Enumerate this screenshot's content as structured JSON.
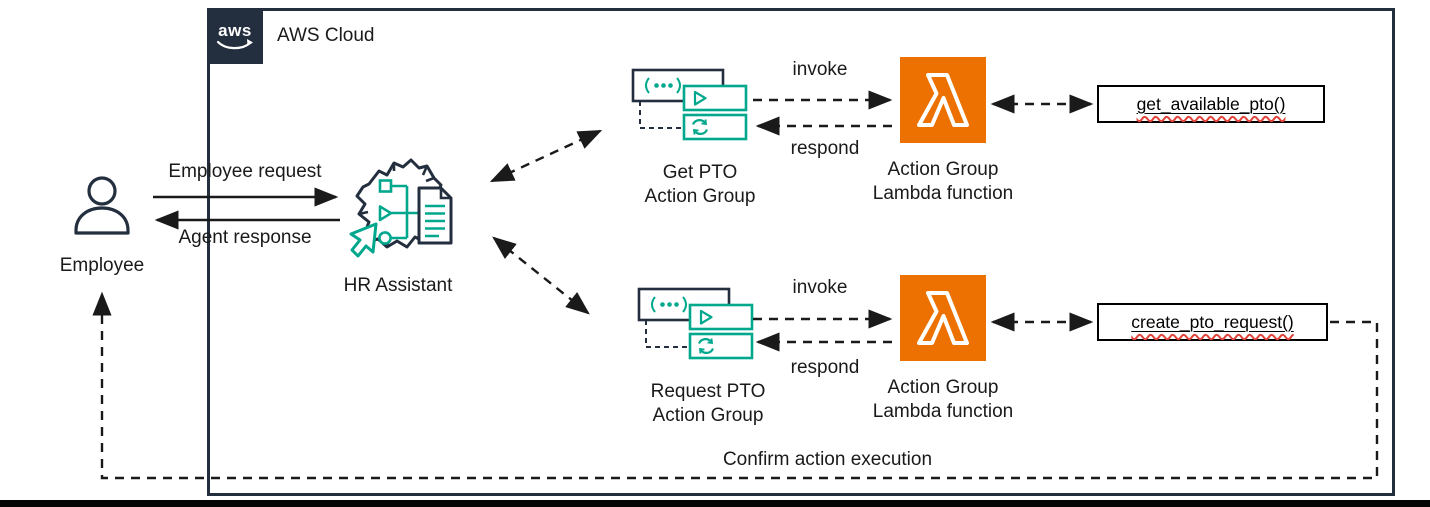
{
  "aws": {
    "logo_text": "aws",
    "cloud_label": "AWS Cloud"
  },
  "actors": {
    "employee_label": "Employee",
    "hr_assistant_label": "HR Assistant"
  },
  "flows": {
    "employee_request": "Employee request",
    "agent_response": "Agent response",
    "invoke_top": "invoke",
    "respond_top": "respond",
    "invoke_bottom": "invoke",
    "respond_bottom": "respond",
    "confirm_action": "Confirm action execution"
  },
  "action_groups": [
    {
      "line1": "Get PTO",
      "line2": "Action Group"
    },
    {
      "line1": "Request PTO",
      "line2": "Action Group"
    }
  ],
  "lambda_functions": [
    {
      "line1": "Action Group",
      "line2": "Lambda function"
    },
    {
      "line1": "Action Group",
      "line2": "Lambda function"
    }
  ],
  "api_functions": [
    {
      "name": "get_available_pto()"
    },
    {
      "name": "create_pto_request()"
    }
  ],
  "colors": {
    "navy": "#232F3E",
    "teal": "#01A88D",
    "lambda_orange": "#ED7100",
    "spellcheck_red": "#E0443A",
    "line_black": "#1a1a1a"
  }
}
